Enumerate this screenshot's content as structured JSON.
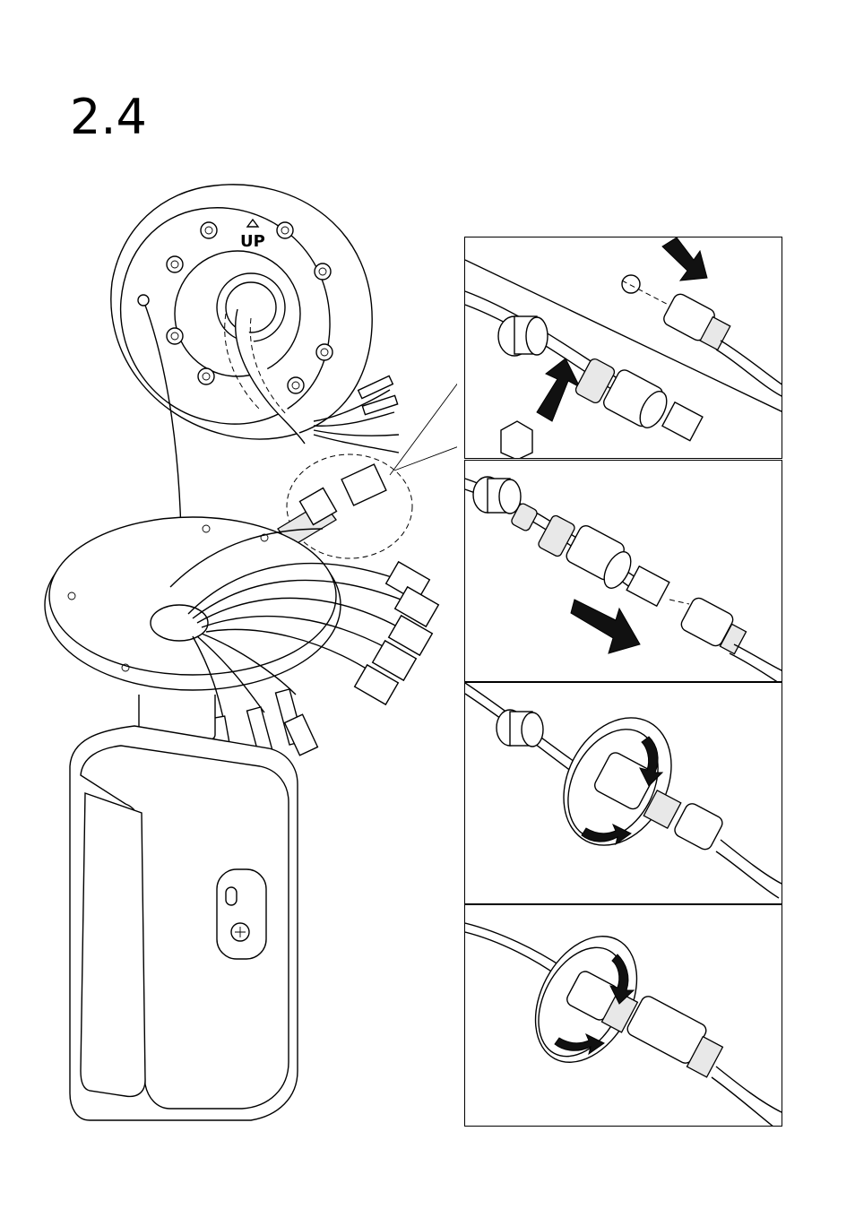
{
  "step": {
    "number": "2.4"
  },
  "illustration": {
    "bracket_label": "UP",
    "icons": [
      "camera-mount-illustration",
      "push-arrow-icon",
      "rotate-arrow-icon"
    ]
  },
  "panels": [
    {
      "id": "panel-1",
      "content": "insert-cable-through-seal"
    },
    {
      "id": "panel-2",
      "content": "join-rj45-connector"
    },
    {
      "id": "panel-3",
      "content": "tighten-coupling-nut"
    },
    {
      "id": "panel-4",
      "content": "tighten-end-cap"
    }
  ],
  "colors": {
    "line": "#000000",
    "background": "#ffffff",
    "shade": "#e8e8e8"
  }
}
